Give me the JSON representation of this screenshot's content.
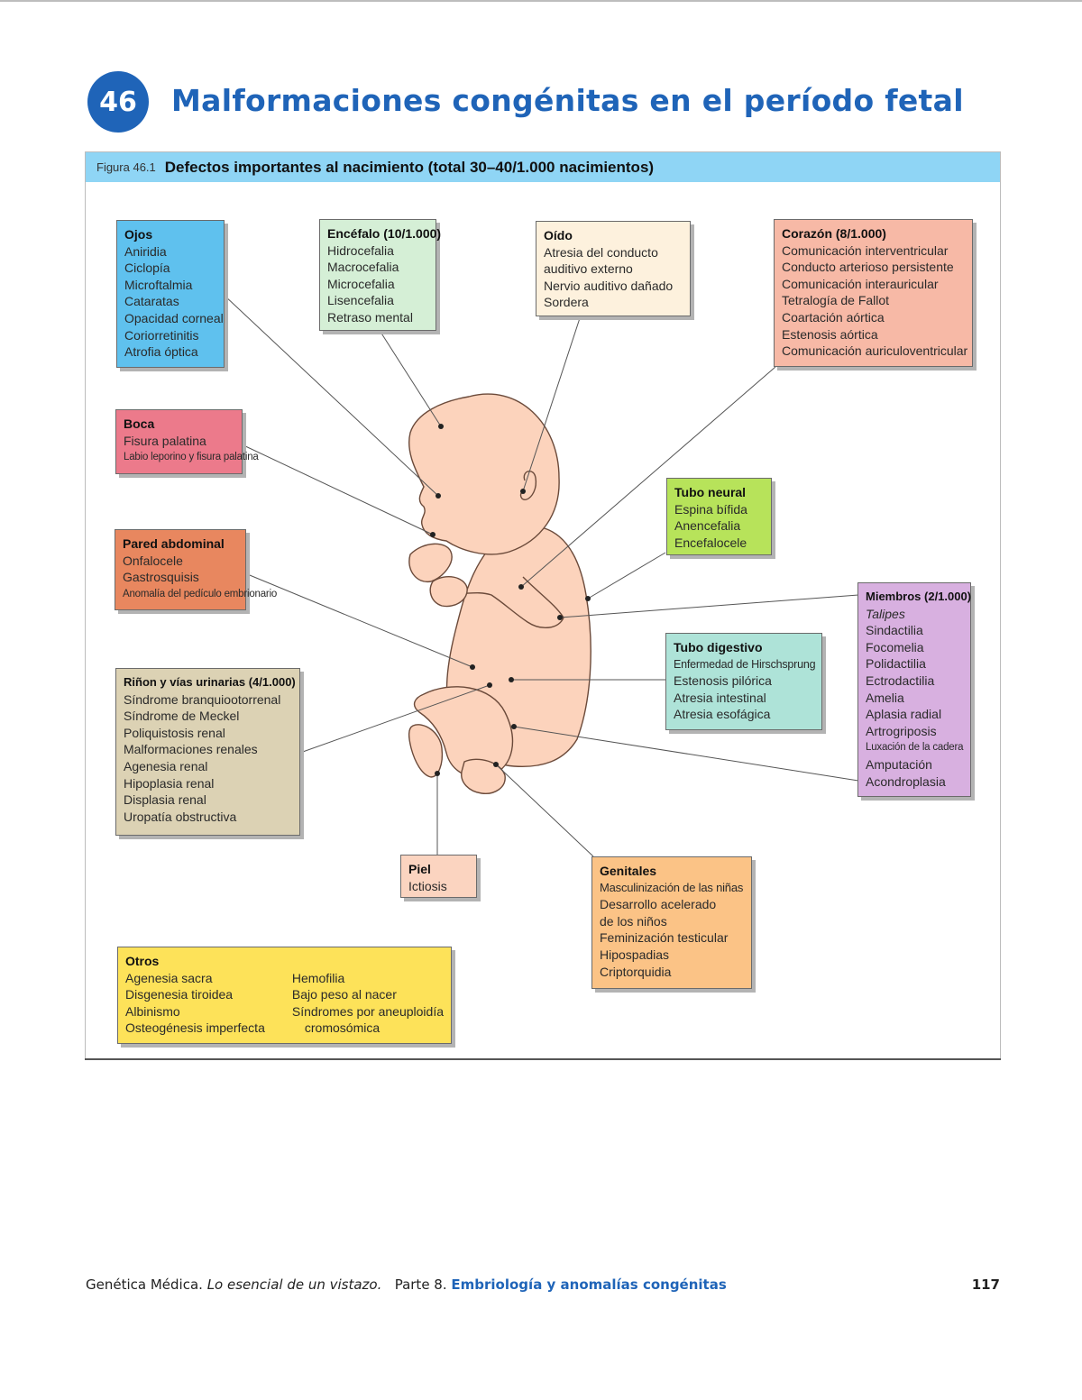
{
  "chapter": {
    "number": "46",
    "title": "Malformaciones congénitas en el período fetal"
  },
  "figure": {
    "number": "Figura 46.1",
    "title": "Defectos importantes al nacimiento (total 30–40/1.000 nacimientos)"
  },
  "boxes": {
    "ojos": {
      "title": "Ojos",
      "items": [
        "Aniridia",
        "Ciclopía",
        "Microftalmia",
        "Cataratas",
        "Opacidad corneal",
        "Coriorretinitis",
        "Atrofia óptica"
      ]
    },
    "encefalo": {
      "title": "Encéfalo (10/1.000)",
      "items": [
        "Hidrocefalia",
        "Macrocefalia",
        "Microcefalia",
        "Lisencefalia",
        "Retraso mental"
      ]
    },
    "oido": {
      "title": "Oído",
      "items": [
        "Atresia del conducto",
        "auditivo externo",
        "Nervio auditivo dañado",
        "Sordera"
      ]
    },
    "corazon": {
      "title": "Corazón (8/1.000)",
      "items": [
        "Comunicación interventricular",
        "Conducto arterioso persistente",
        "Comunicación interauricular",
        "Tetralogía de Fallot",
        "Coartación aórtica",
        "Estenosis aórtica",
        "Comunicación auriculoventricular"
      ]
    },
    "boca": {
      "title": "Boca",
      "items": [
        "Fisura palatina",
        "Labio leporino y fisura palatina"
      ]
    },
    "tubo_neural": {
      "title": "Tubo neural",
      "items": [
        "Espina bífida",
        "Anencefalia",
        "Encefalocele"
      ]
    },
    "pared_abdominal": {
      "title": "Pared abdominal",
      "items": [
        "Onfalocele",
        "Gastrosquisis",
        "Anomalía del pedículo embrionario"
      ]
    },
    "miembros": {
      "title": "Miembros (2/1.000)",
      "items": [
        "Talipes",
        "Sindactilia",
        "Focomelia",
        "Polidactilia",
        "Ectrodactilia",
        "Amelia",
        "Aplasia radial",
        "Artrogriposis",
        "Luxación de la cadera",
        "Amputación",
        "Acondroplasia"
      ]
    },
    "tubo_digestivo": {
      "title": "Tubo digestivo",
      "items": [
        "Enfermedad de Hirschsprung",
        "Estenosis pilórica",
        "Atresia intestinal",
        "Atresia esofágica"
      ]
    },
    "rinon": {
      "title": "Riñon y vías urinarias (4/1.000)",
      "items": [
        "Síndrome branquiootorrenal",
        "Síndrome de Meckel",
        "Poliquistosis renal",
        "Malformaciones renales",
        "Agenesia renal",
        "Hipoplasia renal",
        "Displasia renal",
        "Uropatía obstructiva"
      ]
    },
    "piel": {
      "title": "Piel",
      "items": [
        "Ictiosis"
      ]
    },
    "genitales": {
      "title": "Genitales",
      "items": [
        "Masculinización de las niñas",
        "Desarrollo acelerado",
        "de los niños",
        "Feminización testicular",
        "Hipospadias",
        "Criptorquidia"
      ]
    },
    "otros": {
      "title": "Otros",
      "col1": [
        "Agenesia sacra",
        "Disgenesia tiroidea",
        "Albinismo",
        "Osteogénesis imperfecta"
      ],
      "col2": [
        "Hemofilia",
        "Bajo peso al nacer",
        "Síndromes por aneuploidía",
        "cromosómica"
      ]
    }
  },
  "colors": {
    "chapter_blue": "#1f64b8",
    "caption_bg": "#8fd5f5",
    "ojos": "#5fc1ee",
    "encefalo": "#d5efd6",
    "oido": "#fdf1dd",
    "corazon": "#f7b9a6",
    "boca": "#ec7a8b",
    "tubo_neural": "#b7e35a",
    "pared_abdominal": "#e8875f",
    "miembros": "#d8b0e0",
    "tubo_digestivo": "#aee3d8",
    "rinon": "#dcd2b4",
    "piel": "#fbd4c0",
    "genitales": "#fbc386",
    "otros": "#fde259",
    "fetus_skin": "#fcd3bc"
  },
  "footer": {
    "book": "Genética Médica.",
    "subtitle": "Lo esencial de un vistazo.",
    "part": "Parte 8.",
    "section": "Embriología y anomalías congénitas",
    "page": "117"
  }
}
